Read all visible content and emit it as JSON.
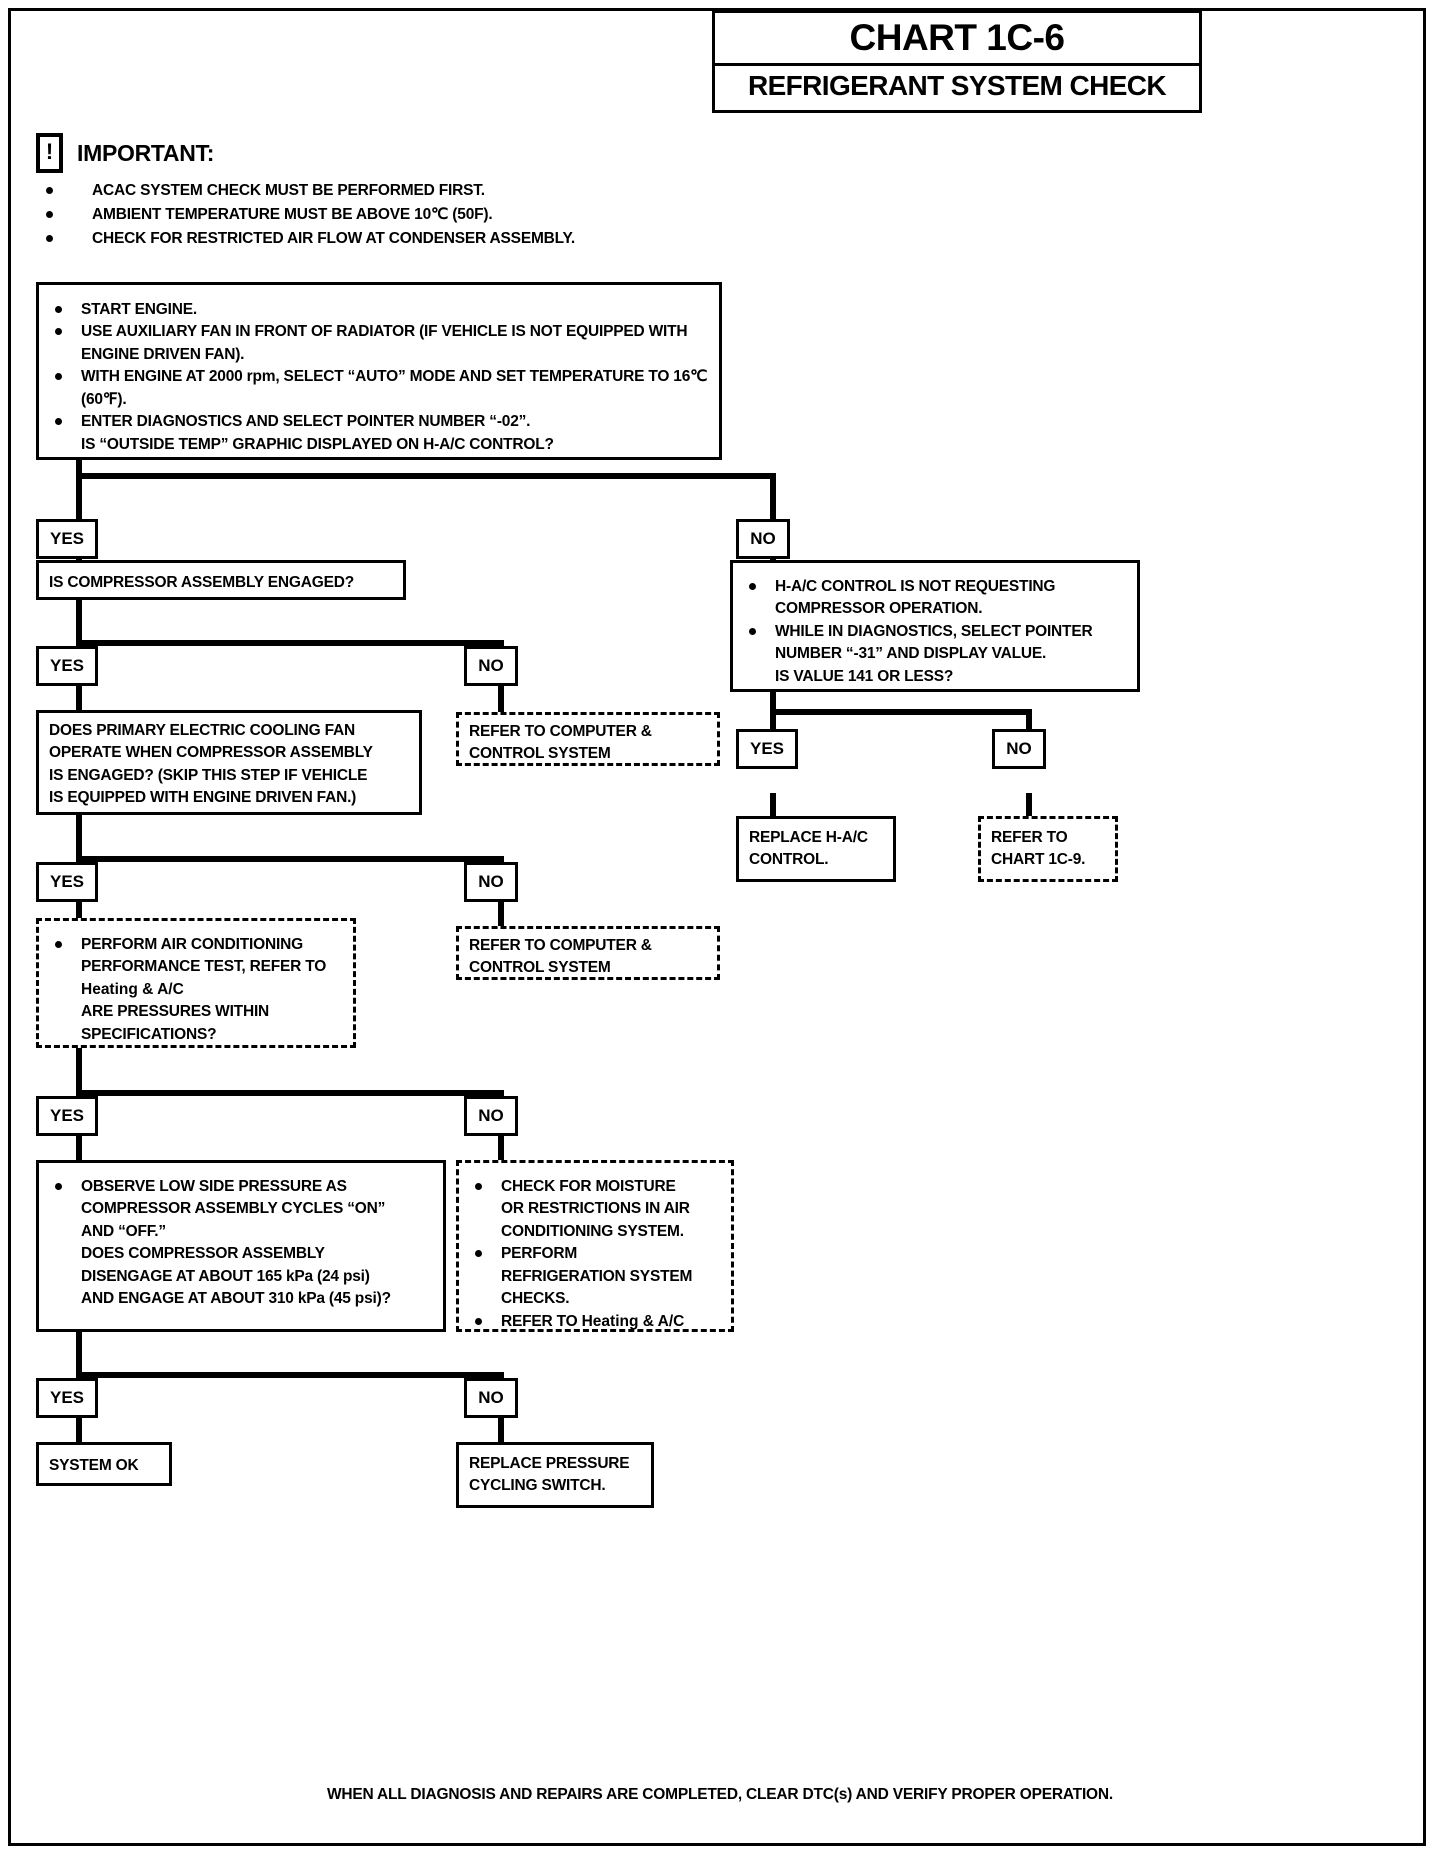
{
  "chart": {
    "number": "CHART 1C-6",
    "title": "REFRIGERANT SYSTEM CHECK"
  },
  "important": {
    "icon": "exclamation-icon",
    "glyph": "!",
    "label": "IMPORTANT:",
    "bullets": [
      "ACAC SYSTEM CHECK MUST BE PERFORMED FIRST.",
      "AMBIENT TEMPERATURE MUST BE ABOVE 10℃ (50F).",
      "CHECK FOR RESTRICTED AIR FLOW AT CONDENSER ASSEMBLY."
    ]
  },
  "start_box": {
    "bullets": [
      "START ENGINE.",
      "USE AUXILIARY FAN IN FRONT OF RADIATOR (IF VEHICLE IS NOT EQUIPPED WITH ENGINE DRIVEN FAN).",
      "WITH ENGINE AT 2000 rpm, SELECT “AUTO” MODE AND SET TEMPERATURE TO 16℃ (60℉).",
      "ENTER DIAGNOSTICS AND SELECT POINTER NUMBER “-02”."
    ],
    "question": "IS “OUTSIDE TEMP” GRAPHIC DISPLAYED ON H-A/C CONTROL?"
  },
  "labels": {
    "yes": "YES",
    "no": "NO"
  },
  "nodes": {
    "compressor_engaged": "IS COMPRESSOR ASSEMBLY ENGAGED?",
    "refer_computer_1": [
      "REFER TO COMPUTER &",
      "CONTROL SYSTEM"
    ],
    "cooling_fan": [
      "DOES PRIMARY ELECTRIC COOLING FAN",
      "OPERATE WHEN COMPRESSOR ASSEMBLY",
      "IS ENGAGED? (SKIP THIS STEP IF VEHICLE",
      "IS EQUIPPED WITH ENGINE DRIVEN FAN.)"
    ],
    "refer_computer_2": [
      "REFER TO COMPUTER &",
      "CONTROL SYSTEM"
    ],
    "performance_test": {
      "bullet_lines": [
        "PERFORM AIR CONDITIONING",
        "PERFORMANCE TEST, REFER TO"
      ],
      "mixed_line": "Heating & A/C",
      "tail_lines": [
        "ARE PRESSURES WITHIN",
        "SPECIFICATIONS?"
      ]
    },
    "low_side": [
      "OBSERVE LOW SIDE PRESSURE AS",
      "COMPRESSOR ASSEMBLY CYCLES “ON”",
      "AND “OFF.”",
      "DOES COMPRESSOR ASSEMBLY",
      "DISENGAGE AT ABOUT 165 kPa (24 psi)",
      "AND ENGAGE AT ABOUT 310 kPa (45 psi)?"
    ],
    "moisture_check": {
      "b1": [
        "CHECK FOR MOISTURE",
        "OR RESTRICTIONS IN AIR",
        "CONDITIONING SYSTEM."
      ],
      "b2": [
        "PERFORM",
        "REFRIGERATION SYSTEM",
        "CHECKS."
      ],
      "b3_prefix": "REFER TO ",
      "b3_mixed": "Heating & A/C"
    },
    "system_ok": "SYSTEM OK",
    "replace_switch": [
      "REPLACE PRESSURE",
      "CYCLING SWITCH."
    ],
    "hac_not_requesting": {
      "b1": [
        "H-A/C CONTROL IS NOT REQUESTING",
        "COMPRESSOR OPERATION."
      ],
      "b2": [
        "WHILE IN DIAGNOSTICS, SELECT POINTER",
        "NUMBER “-31” AND DISPLAY VALUE."
      ],
      "question": "IS VALUE 141 OR LESS?"
    },
    "replace_hac": [
      "REPLACE H-A/C",
      "CONTROL."
    ],
    "refer_chart": [
      "REFER TO",
      "CHART 1C-9."
    ]
  },
  "footer": "WHEN ALL DIAGNOSIS AND REPAIRS ARE COMPLETED, CLEAR DTC(s) AND VERIFY PROPER OPERATION."
}
